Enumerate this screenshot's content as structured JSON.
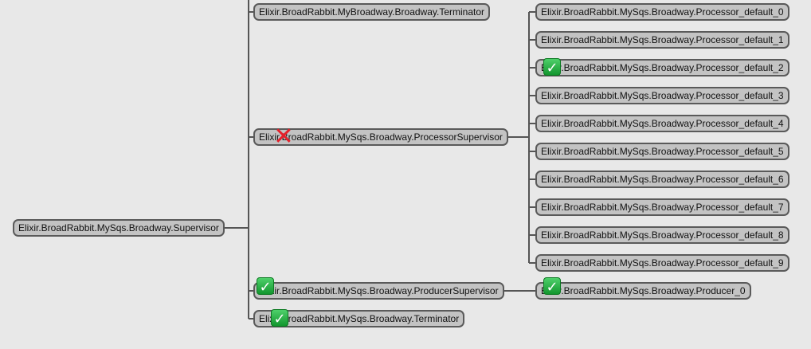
{
  "nodes": {
    "supervisor": "Elixir.BroadRabbit.MySqs.Broadway.Supervisor",
    "my_broadway_terminator": "Elixir.BroadRabbit.MyBroadway.Broadway.Terminator",
    "processor_supervisor": "Elixir.BroadRabbit.MySqs.Broadway.ProcessorSupervisor",
    "producer_supervisor": "Elixir.BroadRabbit.MySqs.Broadway.ProducerSupervisor",
    "terminator": "Elixir.BroadRabbit.MySqs.Broadway.Terminator",
    "producer_0": "Elixir.BroadRabbit.MySqs.Broadway.Producer_0",
    "processors": [
      "Elixir.BroadRabbit.MySqs.Broadway.Processor_default_0",
      "Elixir.BroadRabbit.MySqs.Broadway.Processor_default_1",
      "Elixir.BroadRabbit.MySqs.Broadway.Processor_default_2",
      "Elixir.BroadRabbit.MySqs.Broadway.Processor_default_3",
      "Elixir.BroadRabbit.MySqs.Broadway.Processor_default_4",
      "Elixir.BroadRabbit.MySqs.Broadway.Processor_default_5",
      "Elixir.BroadRabbit.MySqs.Broadway.Processor_default_6",
      "Elixir.BroadRabbit.MySqs.Broadway.Processor_default_7",
      "Elixir.BroadRabbit.MySqs.Broadway.Processor_default_8",
      "Elixir.BroadRabbit.MySqs.Broadway.Processor_default_9"
    ]
  },
  "badges": {
    "check": "✓",
    "cross": "✕",
    "check_icon": "check-mark-icon",
    "cross_icon": "cross-mark-icon"
  },
  "colors": {
    "background": "#e8e8e8",
    "node_fill": "#c3c3c3",
    "node_border": "#5a5a5a",
    "line": "#555555",
    "ok": "#1faa3c",
    "error": "#e5202a"
  }
}
